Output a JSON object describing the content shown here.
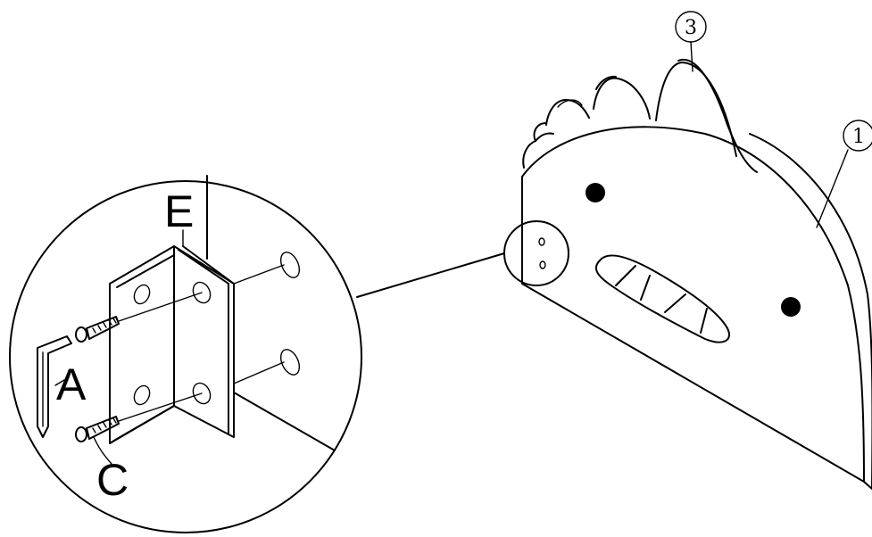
{
  "callouts": {
    "part_1": "1",
    "part_3": "3"
  },
  "detail": {
    "label_e": "E",
    "label_a": "A",
    "label_c": "C"
  }
}
